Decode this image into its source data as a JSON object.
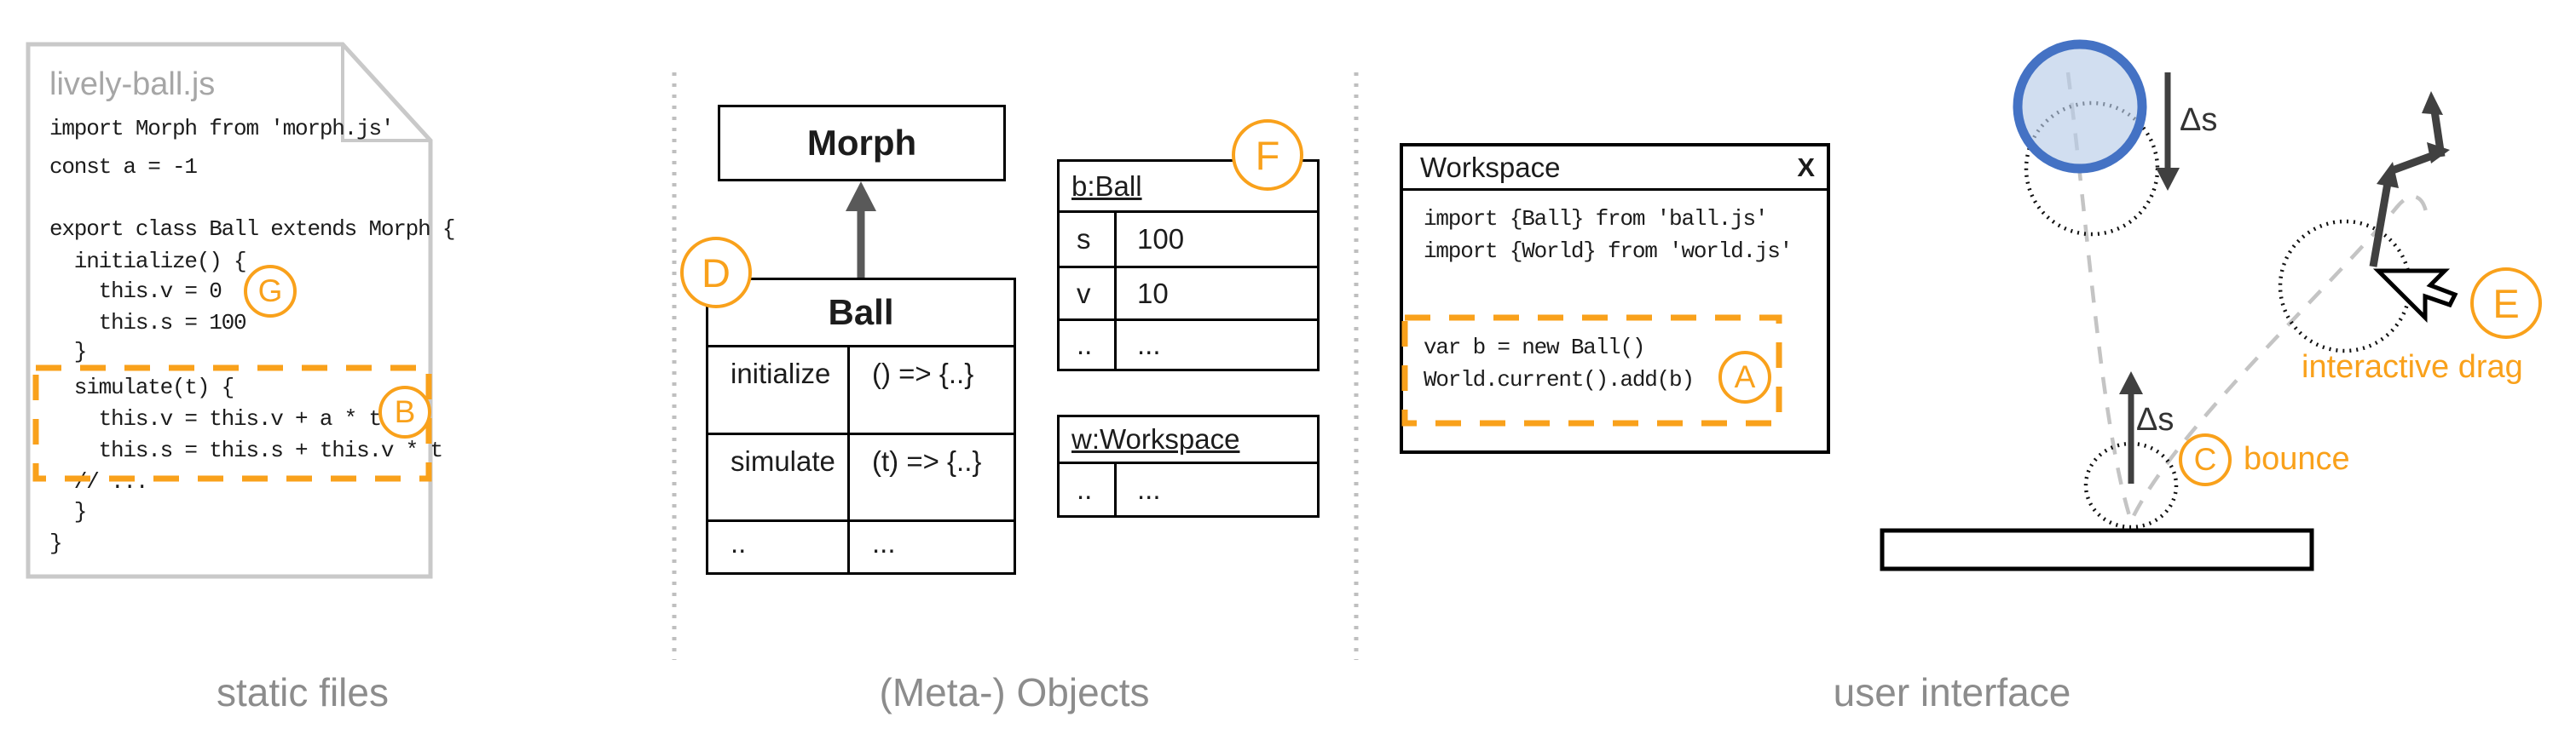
{
  "sections": {
    "static_files": {
      "label": "static files"
    },
    "meta_objects": {
      "label": "(Meta-) Objects"
    },
    "user_interface": {
      "label": "user interface"
    }
  },
  "badges": {
    "a": "A",
    "b": "B",
    "c": "C",
    "d": "D",
    "e": "E",
    "f": "F",
    "g": "G"
  },
  "file_card": {
    "title": "lively-ball.js",
    "code": [
      "import Morph from 'morph.js'",
      "const a = -1",
      "export class Ball extends Morph {",
      "  initialize() {",
      "    this.v = 0",
      "    this.s = 100",
      "  }",
      "  simulate(t) {",
      "    this.v = this.v + a * t",
      "    this.s = this.s + this.v * t",
      "  // ...",
      "  }",
      "}"
    ]
  },
  "class_diagram": {
    "superclass": "Morph",
    "class_name": "Ball",
    "rows": [
      [
        "initialize",
        "() => {..}"
      ],
      [
        "simulate",
        "(t) => {..}"
      ],
      [
        "..",
        "..."
      ]
    ]
  },
  "objects": {
    "ball_instance": {
      "title": "b:Ball",
      "rows": [
        [
          "s",
          "100"
        ],
        [
          "v",
          "10"
        ],
        [
          "..",
          "..."
        ]
      ]
    },
    "workspace_instance": {
      "title": "w:Workspace",
      "rows": [
        [
          "..",
          "..."
        ]
      ]
    }
  },
  "workspace_window": {
    "title": "Workspace",
    "close_label": "X",
    "code": [
      "import {Ball} from 'ball.js'",
      "import {World} from 'world.js'",
      "var b = new Ball()",
      "World.current().add(b)"
    ]
  },
  "annotations": {
    "delta_s_top": "Δs",
    "delta_s_bounce": "Δs",
    "bounce": "bounce",
    "interactive_drag": "interactive drag"
  },
  "colors": {
    "accent_orange": "#F9A11B",
    "ball_stroke_blue": "#4472C4",
    "ball_fill_blue": "#B8CCE8",
    "card_border_gray": "#C9C9C9",
    "label_gray": "#8C8C8C",
    "trajectory_gray": "#C4C4C4",
    "arrow_dark": "#404040"
  }
}
